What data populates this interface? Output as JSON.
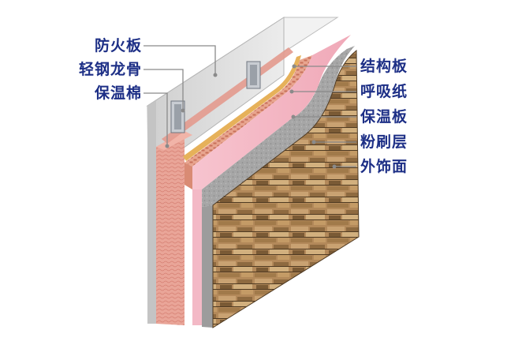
{
  "diagram": {
    "left_labels": [
      "防火板",
      "轻钢龙骨",
      "保温棉"
    ],
    "right_labels": [
      "结构板",
      "呼吸纸",
      "保温板",
      "粉刷层",
      "外饰面"
    ],
    "colors": {
      "label_text": "#1d2f86",
      "leader_line": "#8a8a8a",
      "fire_board": "#d8d8d8",
      "insulation_cotton": "#e39a8e",
      "structural_board": "#d98b74",
      "breathing_paper": "#e6b15a",
      "insulation_board": "#f3b9c6",
      "render_layer": "#9c9c9c",
      "stone_finish": "#b88e5c"
    }
  }
}
